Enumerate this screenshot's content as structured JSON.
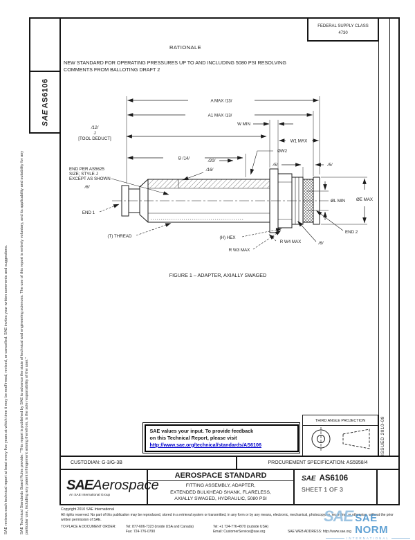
{
  "fsc": {
    "label": "FEDERAL SUPPLY CLASS",
    "value": "4730"
  },
  "tab": {
    "logo": "SAE",
    "number": "AS6106"
  },
  "rationale": {
    "heading": "RATIONALE",
    "body": "NEW STANDARD FOR OPERATING PRESSURES UP TO AND INCLUDING 5080 PSI RESOLVING COMMENTS FROM BALLOTING DRAFT 2"
  },
  "figure": {
    "labels": {
      "a_max": "A MAX /13/",
      "a1_max": "A1 MAX /13/",
      "w_min": "W MIN",
      "j_ref": "/12/",
      "j": "J",
      "tool_deduct": "[TOOL DEDUCT]",
      "b": "B /14/",
      "ref20": "/20/",
      "ref16": "/16/",
      "end_note1": "END PER AS5625",
      "end_note2": "SIZE; STYLE J",
      "end_note3": "EXCEPT AS SHOWN",
      "ref6a": "/6/",
      "end1": "END 1",
      "t_thread": "(T) THREAD",
      "h_hex": "(H) HEX",
      "r_w3_max": "R W3 MAX",
      "r_w4_max": "R W4 MAX",
      "w1_max": "W1 MAX",
      "w2": "ØW2",
      "ref5a": "/5/",
      "ref5b": "/5/",
      "e_max": "ØE MAX",
      "l_min": "ØL MIN",
      "end2": "END 2",
      "ref6b": "/6/"
    },
    "caption": "FIGURE 1 – ADAPTER, AXIALLY SWAGED"
  },
  "feedback": {
    "line1": "SAE values your input. To provide feedback",
    "line2": "on this Technical Report, please visit",
    "url": "http://www.sae.org/technical/standards/AS6106"
  },
  "projection": {
    "title": "THIRD ANGLE PROJECTION"
  },
  "issued": "ISSUED 2010-09",
  "info_row": {
    "custodian": "CUSTODIAN: G-3/G-3B",
    "procurement": "PROCUREMENT SPECIFICATION: AS5958/4"
  },
  "title_block": {
    "logo": "SAE",
    "logo_name": "Aerospace",
    "logo_sub": "An SAE International Group",
    "doc_type": "AEROSPACE STANDARD",
    "title1": "FITTING ASSEMBLY, ADAPTER,",
    "title2": "EXTENDED BULKHEAD SHANK, FLARELESS,",
    "title3": "AXIALLY SWAGED, HYDRAULIC, 5080 PSI",
    "logo_small": "SAE",
    "number": "AS6106",
    "sheet": "SHEET 1 OF 3"
  },
  "legal": {
    "copyright": "Copyright 2010 SAE International",
    "rights": "All rights reserved. No part of this publication may be reproduced, stored in a retrieval system or transmitted, in any form or by any means, electronic, mechanical, photocopying, recording, or otherwise, without the prior written permission of SAE.",
    "order": "TO PLACE A DOCUMENT ORDER:",
    "tel_inside": "Tel: 877-606-7323 (inside USA and Canada)",
    "fax": "Fax: 724-776-0790",
    "tel_outside": "Tel: +1 724-776-4970 (outside USA)",
    "email": "Email: CustomerService@sae.org",
    "web": "SAE WEB ADDRESS: http://www.sae.org"
  },
  "sidebar": {
    "review": "SAE reviews each technical report at least every five years at which time it may be reaffirmed, revised, or cancelled. SAE invites your written comments and suggestions.",
    "disclaimer": "SAE Technical Standards Board Rules provide: \"This report is published by SAE to advance the state of technical and engineering sciences. The use of this report is entirely voluntary, and its applicability and suitability for any particular use, including any patent infringement arising therefrom, is the sole responsibility of the user.\""
  },
  "watermark": {
    "logo": "SAE",
    "name": "SAE NORM",
    "sub": "INTERNATIONAL"
  }
}
